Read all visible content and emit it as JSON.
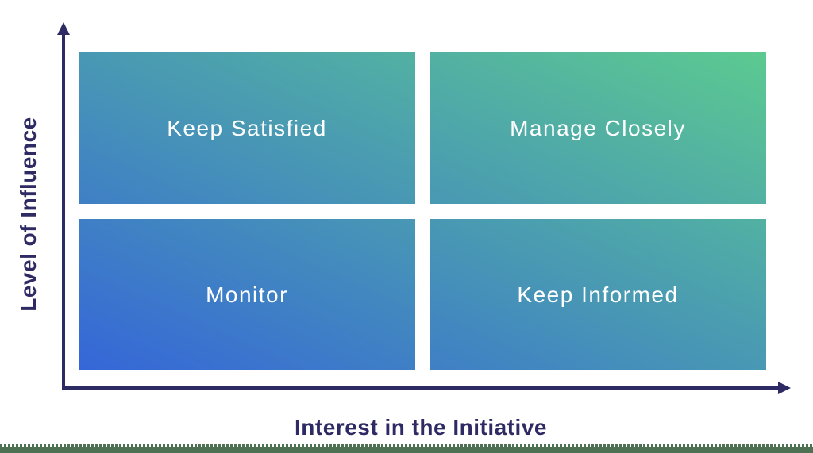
{
  "matrix": {
    "y_axis": {
      "label": "Level of Influence"
    },
    "x_axis": {
      "label": "Interest in the Initiative"
    },
    "quadrants": [
      {
        "position": "top-left",
        "label": "Keep Satisfied"
      },
      {
        "position": "top-right",
        "label": "Manage Closely"
      },
      {
        "position": "bottom-left",
        "label": "Monitor"
      },
      {
        "position": "bottom-right",
        "label": "Keep Informed"
      }
    ]
  },
  "colors": {
    "axis": "#2e2a63",
    "gradient_low": "#3566d8",
    "gradient_high": "#5cca90",
    "quadrant_text": "#ffffff",
    "footer_strip": "#4e7153"
  }
}
